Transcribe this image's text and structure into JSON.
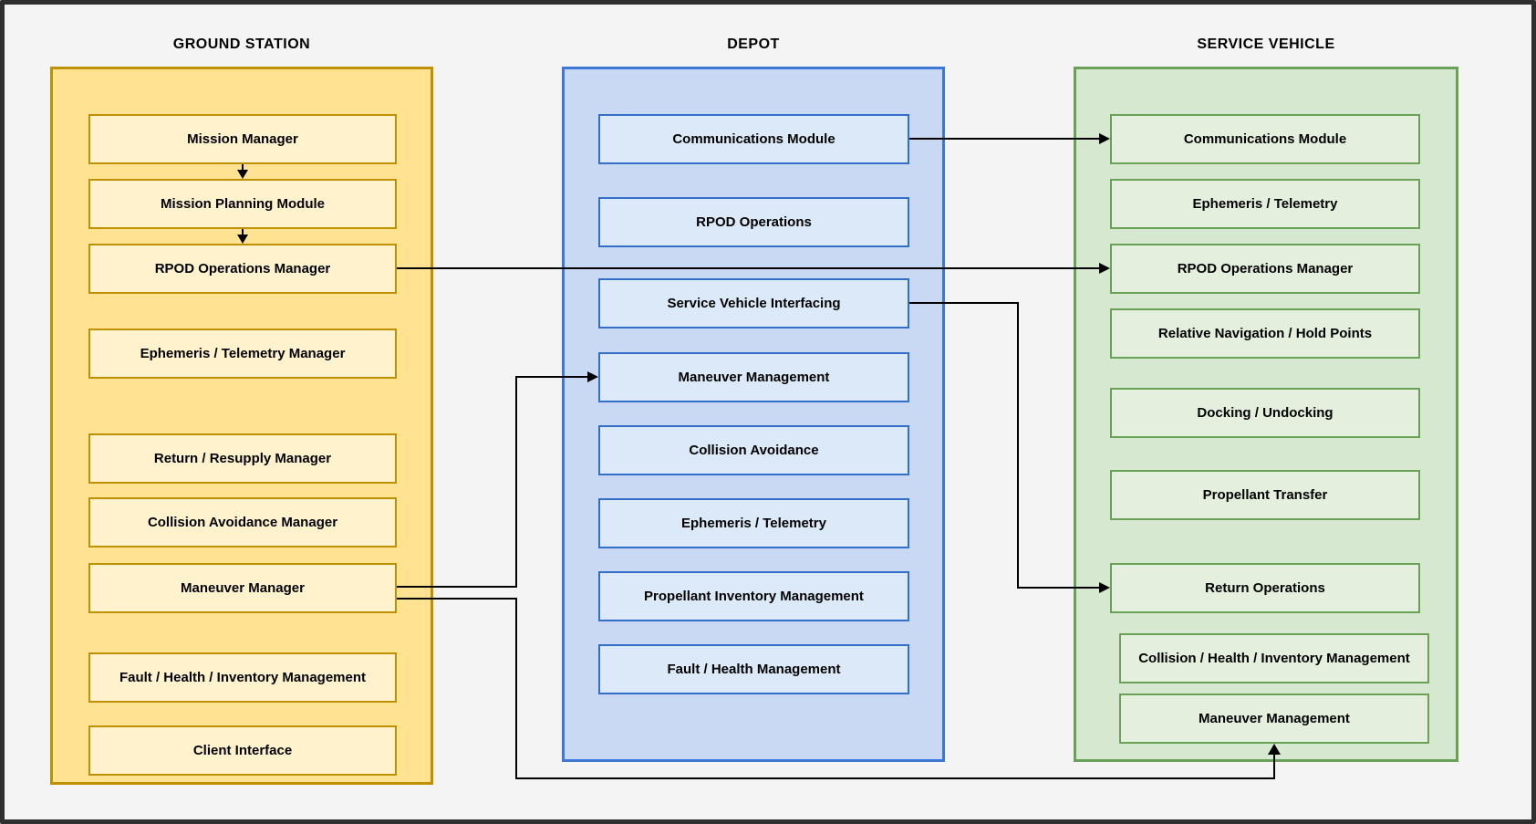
{
  "diagram_type": "system-architecture-block-diagram",
  "columns": {
    "ground_station": {
      "title": "GROUND STATION",
      "boxes": [
        "Mission Manager",
        "Mission Planning Module",
        "RPOD Operations Manager",
        "Ephemeris / Telemetry Manager",
        "Return / Resupply Manager",
        "Collision Avoidance Manager",
        "Maneuver Manager",
        "Fault / Health / Inventory Management",
        "Client Interface"
      ]
    },
    "depot": {
      "title": "DEPOT",
      "boxes": [
        "Communications Module",
        "RPOD Operations",
        "Service Vehicle Interfacing",
        "Maneuver Management",
        "Collision Avoidance",
        "Ephemeris / Telemetry",
        "Propellant Inventory Management",
        "Fault / Health Management"
      ]
    },
    "service_vehicle": {
      "title": "SERVICE VEHICLE",
      "boxes": [
        "Communications Module",
        "Ephemeris / Telemetry",
        "RPOD Operations Manager",
        "Relative Navigation / Hold Points",
        "Docking / Undocking",
        "Propellant Transfer",
        "Return Operations",
        "Collision / Health / Inventory Management",
        "Maneuver Management"
      ]
    }
  },
  "edges": [
    {
      "from": "ground_station/Mission Manager",
      "to": "ground_station/Mission Planning Module",
      "direction": "down"
    },
    {
      "from": "ground_station/Mission Planning Module",
      "to": "ground_station/RPOD Operations Manager",
      "direction": "down"
    },
    {
      "from": "ground_station/RPOD Operations Manager",
      "to": "service_vehicle/RPOD Operations Manager",
      "direction": "right"
    },
    {
      "from": "depot/Communications Module",
      "to": "service_vehicle/Communications Module",
      "direction": "right"
    },
    {
      "from": "depot/Service Vehicle Interfacing",
      "to": "service_vehicle/Return Operations",
      "direction": "right-down-right"
    },
    {
      "from": "ground_station/Maneuver Manager",
      "to": "depot/Maneuver Management",
      "direction": "right-up-right"
    },
    {
      "from": "ground_station/Maneuver Manager",
      "to": "service_vehicle/Maneuver Management",
      "direction": "right-down-right-up"
    }
  ],
  "colors": {
    "background": "#f4f4f4",
    "frame": "#2f2f2f",
    "ground_station_container_fill": "#ffe392",
    "ground_station_stroke": "#bf9000",
    "ground_station_box_fill": "#fff2cc",
    "depot_container_fill": "#c9d9f3",
    "depot_stroke": "#3c78d8",
    "depot_box_fill": "#dce9f8",
    "service_vehicle_container_fill": "#d7e8d0",
    "service_vehicle_stroke": "#69a257",
    "service_vehicle_box_fill": "#e4f0dd",
    "connector": "#000000",
    "text": "#000000"
  }
}
